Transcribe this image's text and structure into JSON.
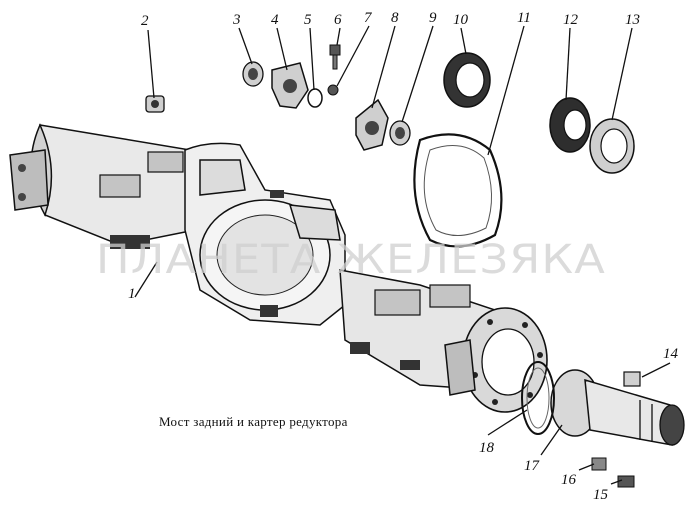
{
  "caption": "Мост задний и картер редуктора",
  "watermark": "ПЛАНЕТА ЖЕЛЕЗЯКА",
  "callouts": [
    "1",
    "2",
    "3",
    "4",
    "5",
    "6",
    "7",
    "8",
    "9",
    "10",
    "11",
    "12",
    "13",
    "14",
    "15",
    "16",
    "17",
    "18"
  ]
}
